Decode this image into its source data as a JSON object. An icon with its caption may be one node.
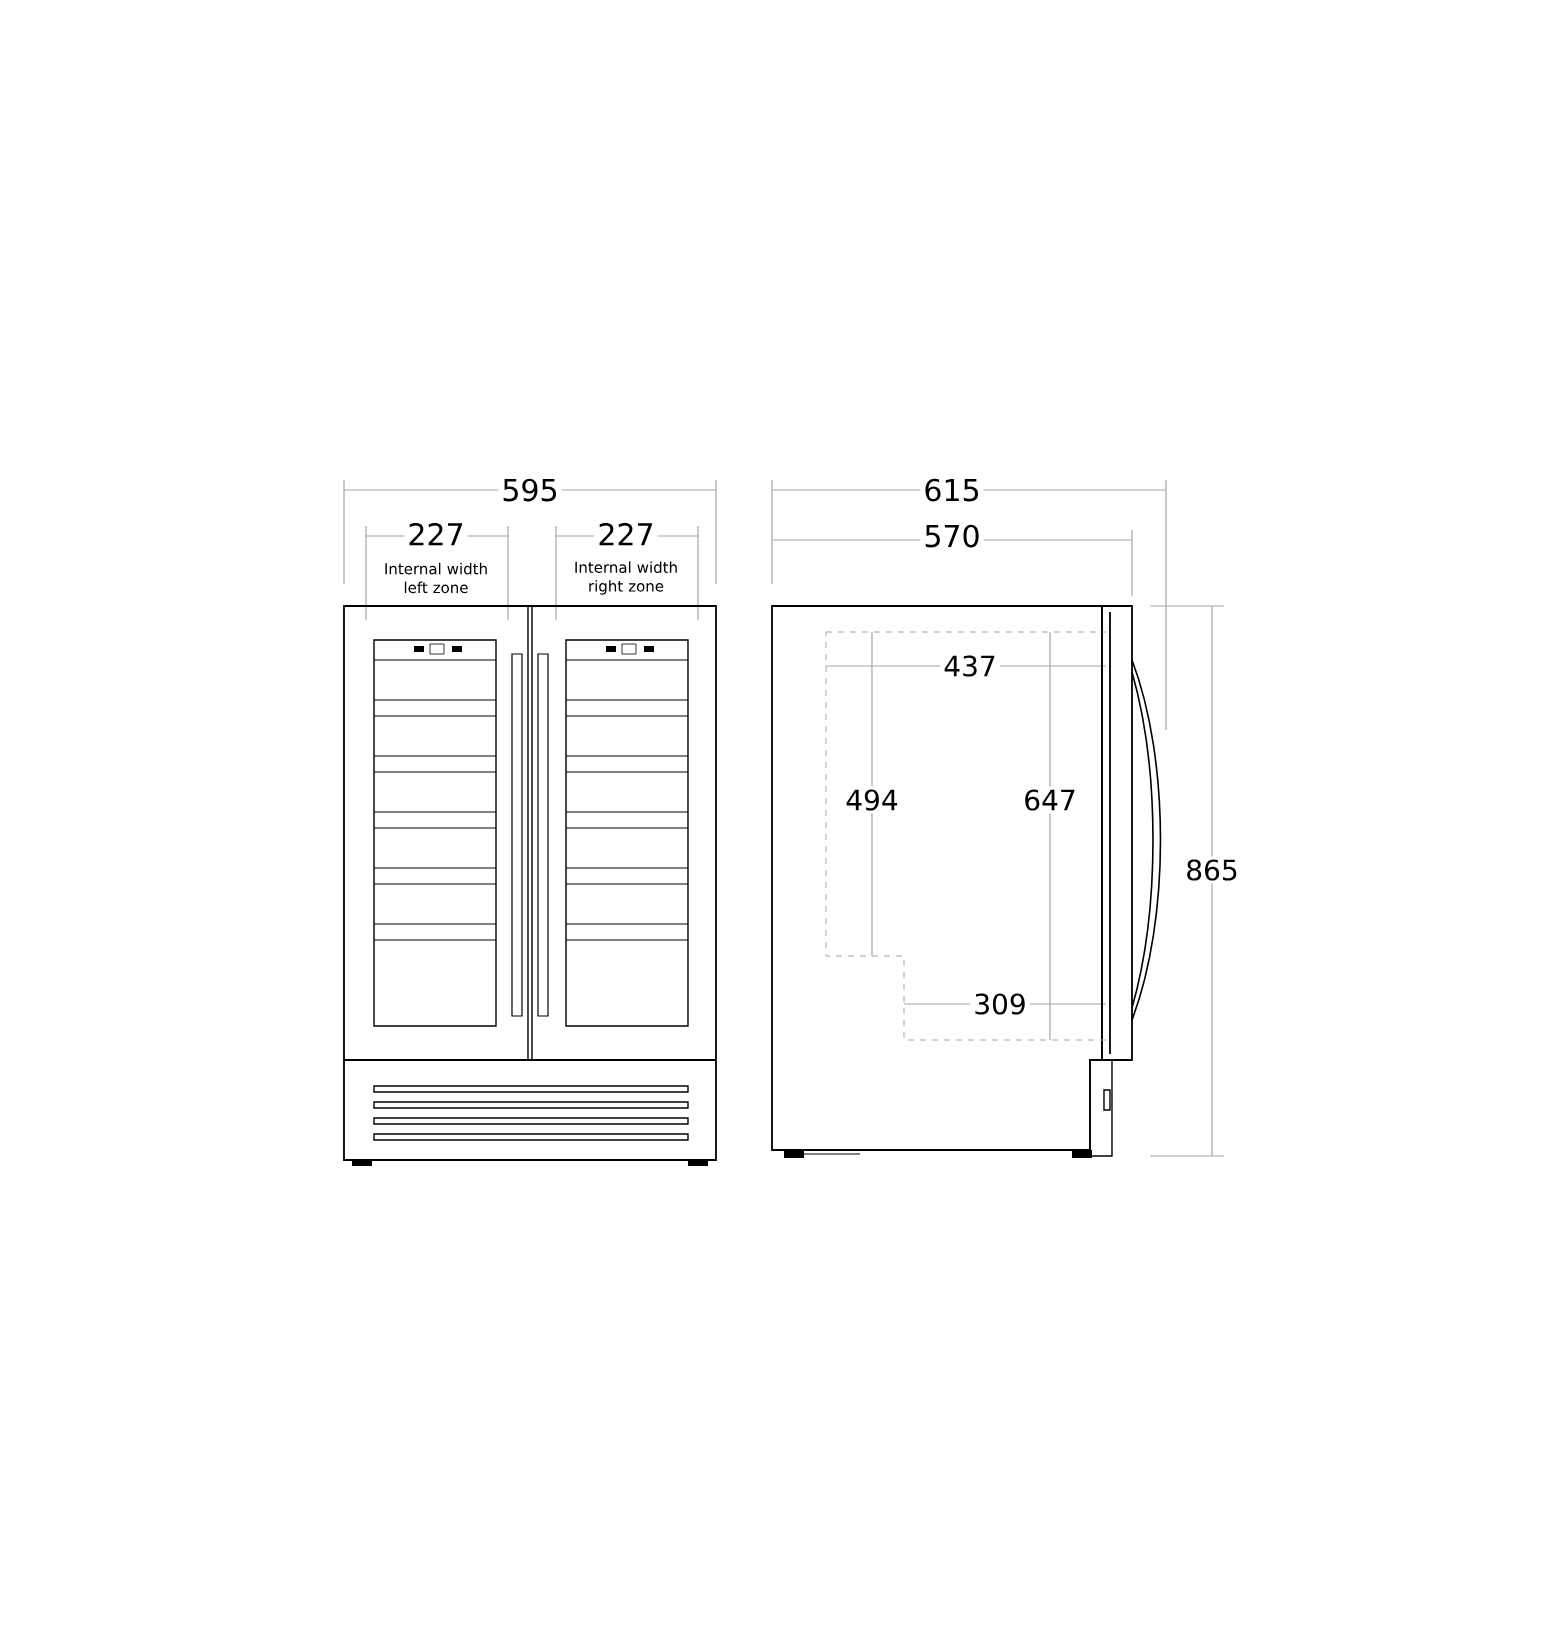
{
  "diagram": {
    "labels": [
      "595",
      "227",
      "Internal width left zone",
      "227",
      "Internal width right zone",
      "615",
      "570",
      "437",
      "494",
      "647",
      "309",
      "865"
    ]
  }
}
